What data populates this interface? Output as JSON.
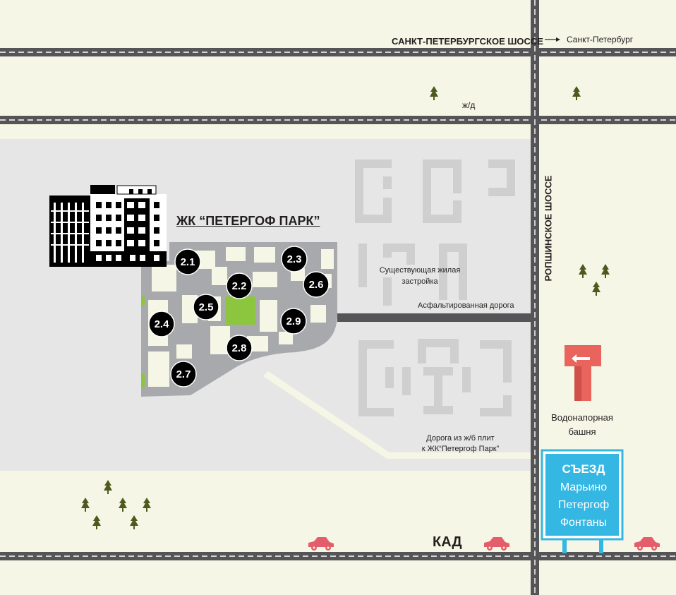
{
  "roads": {
    "spb_highway": "САНКТ-ПЕТЕРБУРГСКОЕ ШОССЕ",
    "direction": "Санкт-Петербург",
    "railway": "ж/д",
    "ropsha_highway": "РОПШИНСКОЕ ШОССЕ",
    "asphalt_road": "Асфальтированная дорога",
    "slab_road": {
      "line1": "Дорога из ж/б плит",
      "line2": "к ЖК“Петергоф Парк”"
    },
    "kad": "КАД"
  },
  "complex": {
    "name": "ЖК “ПЕТЕРГОФ ПАРК”",
    "buildings": [
      "2.1",
      "2.2",
      "2.3",
      "2.4",
      "2.5",
      "2.6",
      "2.7",
      "2.8",
      "2.9"
    ]
  },
  "landmarks": {
    "existing_housing": {
      "line1": "Существующая жилая",
      "line2": "застройка"
    },
    "water_tower": {
      "line1": "Водонапорная",
      "line2": "башня"
    }
  },
  "exit_sign": {
    "title": "СЪЕЗД",
    "lines": [
      "Марьино",
      "Петергоф",
      "Фонтаны"
    ]
  },
  "colors": {
    "background": "#f6f6e6",
    "road": "#555557",
    "territory": "#e6e6e6",
    "tree": "#4d5a1e",
    "car": "#e35d6a",
    "sign": "#34b7e3",
    "tower": "#e8645c",
    "green_area": "#8cc63f"
  }
}
